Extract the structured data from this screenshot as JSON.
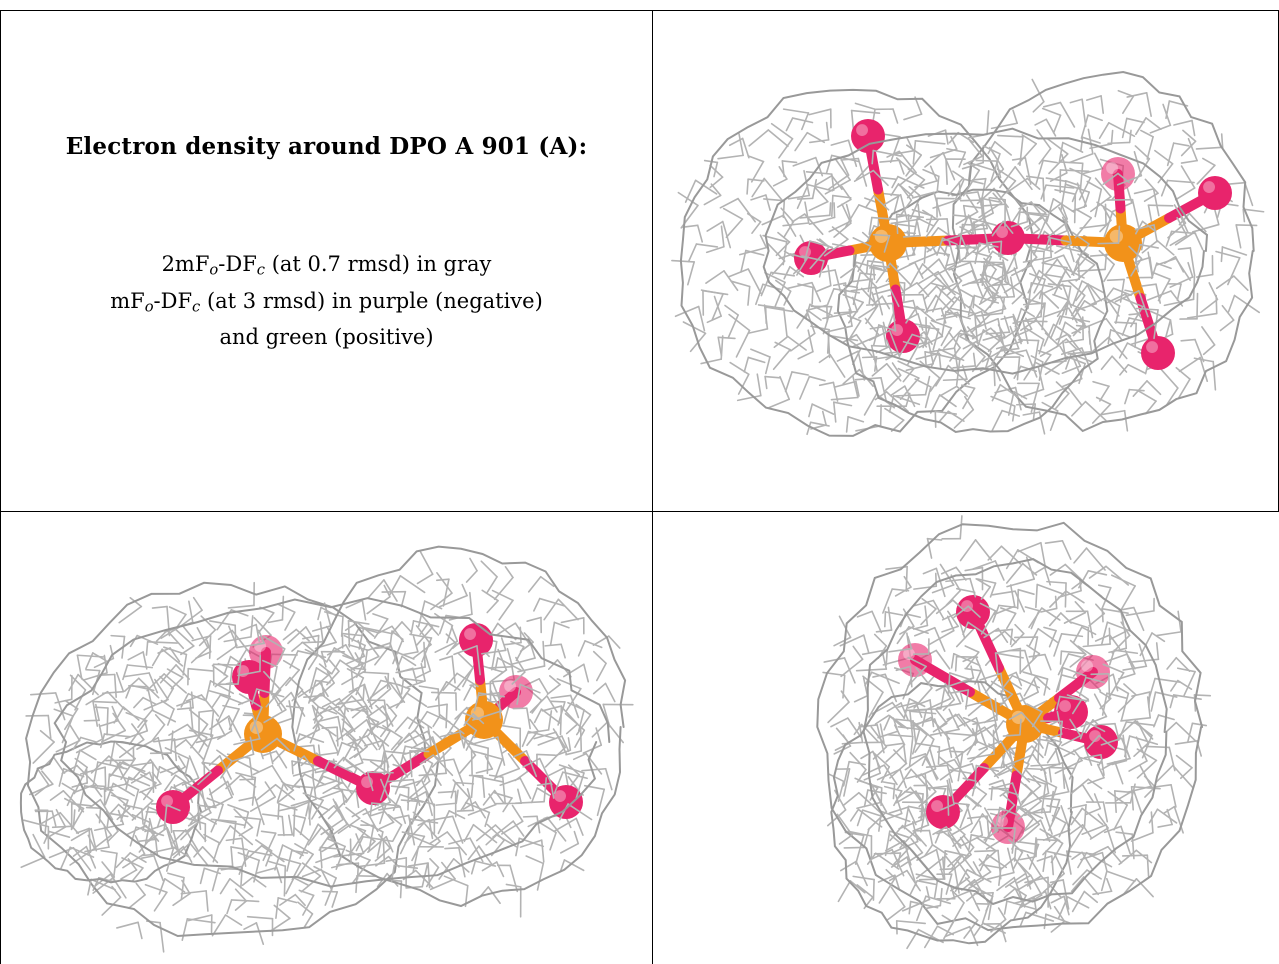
{
  "title": "Electron density around DPO A 901 (A):",
  "legend": {
    "line1": {
      "prefix": "2mF",
      "sub_o": "o",
      "mid": "-DF",
      "sub_c": "c",
      "suffix": " (at 0.7 rmsd) in gray"
    },
    "line2": {
      "prefix": "mF",
      "sub_o": "o",
      "mid": "-DF",
      "sub_c": "c",
      "suffix": " (at 3 rmsd) in purple (negative)"
    },
    "line3": "and green (positive)"
  },
  "colors": {
    "mesh": "#b3b3b3",
    "oxygen": "#e8246c",
    "phosphorus": "#f2921a",
    "border": "#000000"
  }
}
